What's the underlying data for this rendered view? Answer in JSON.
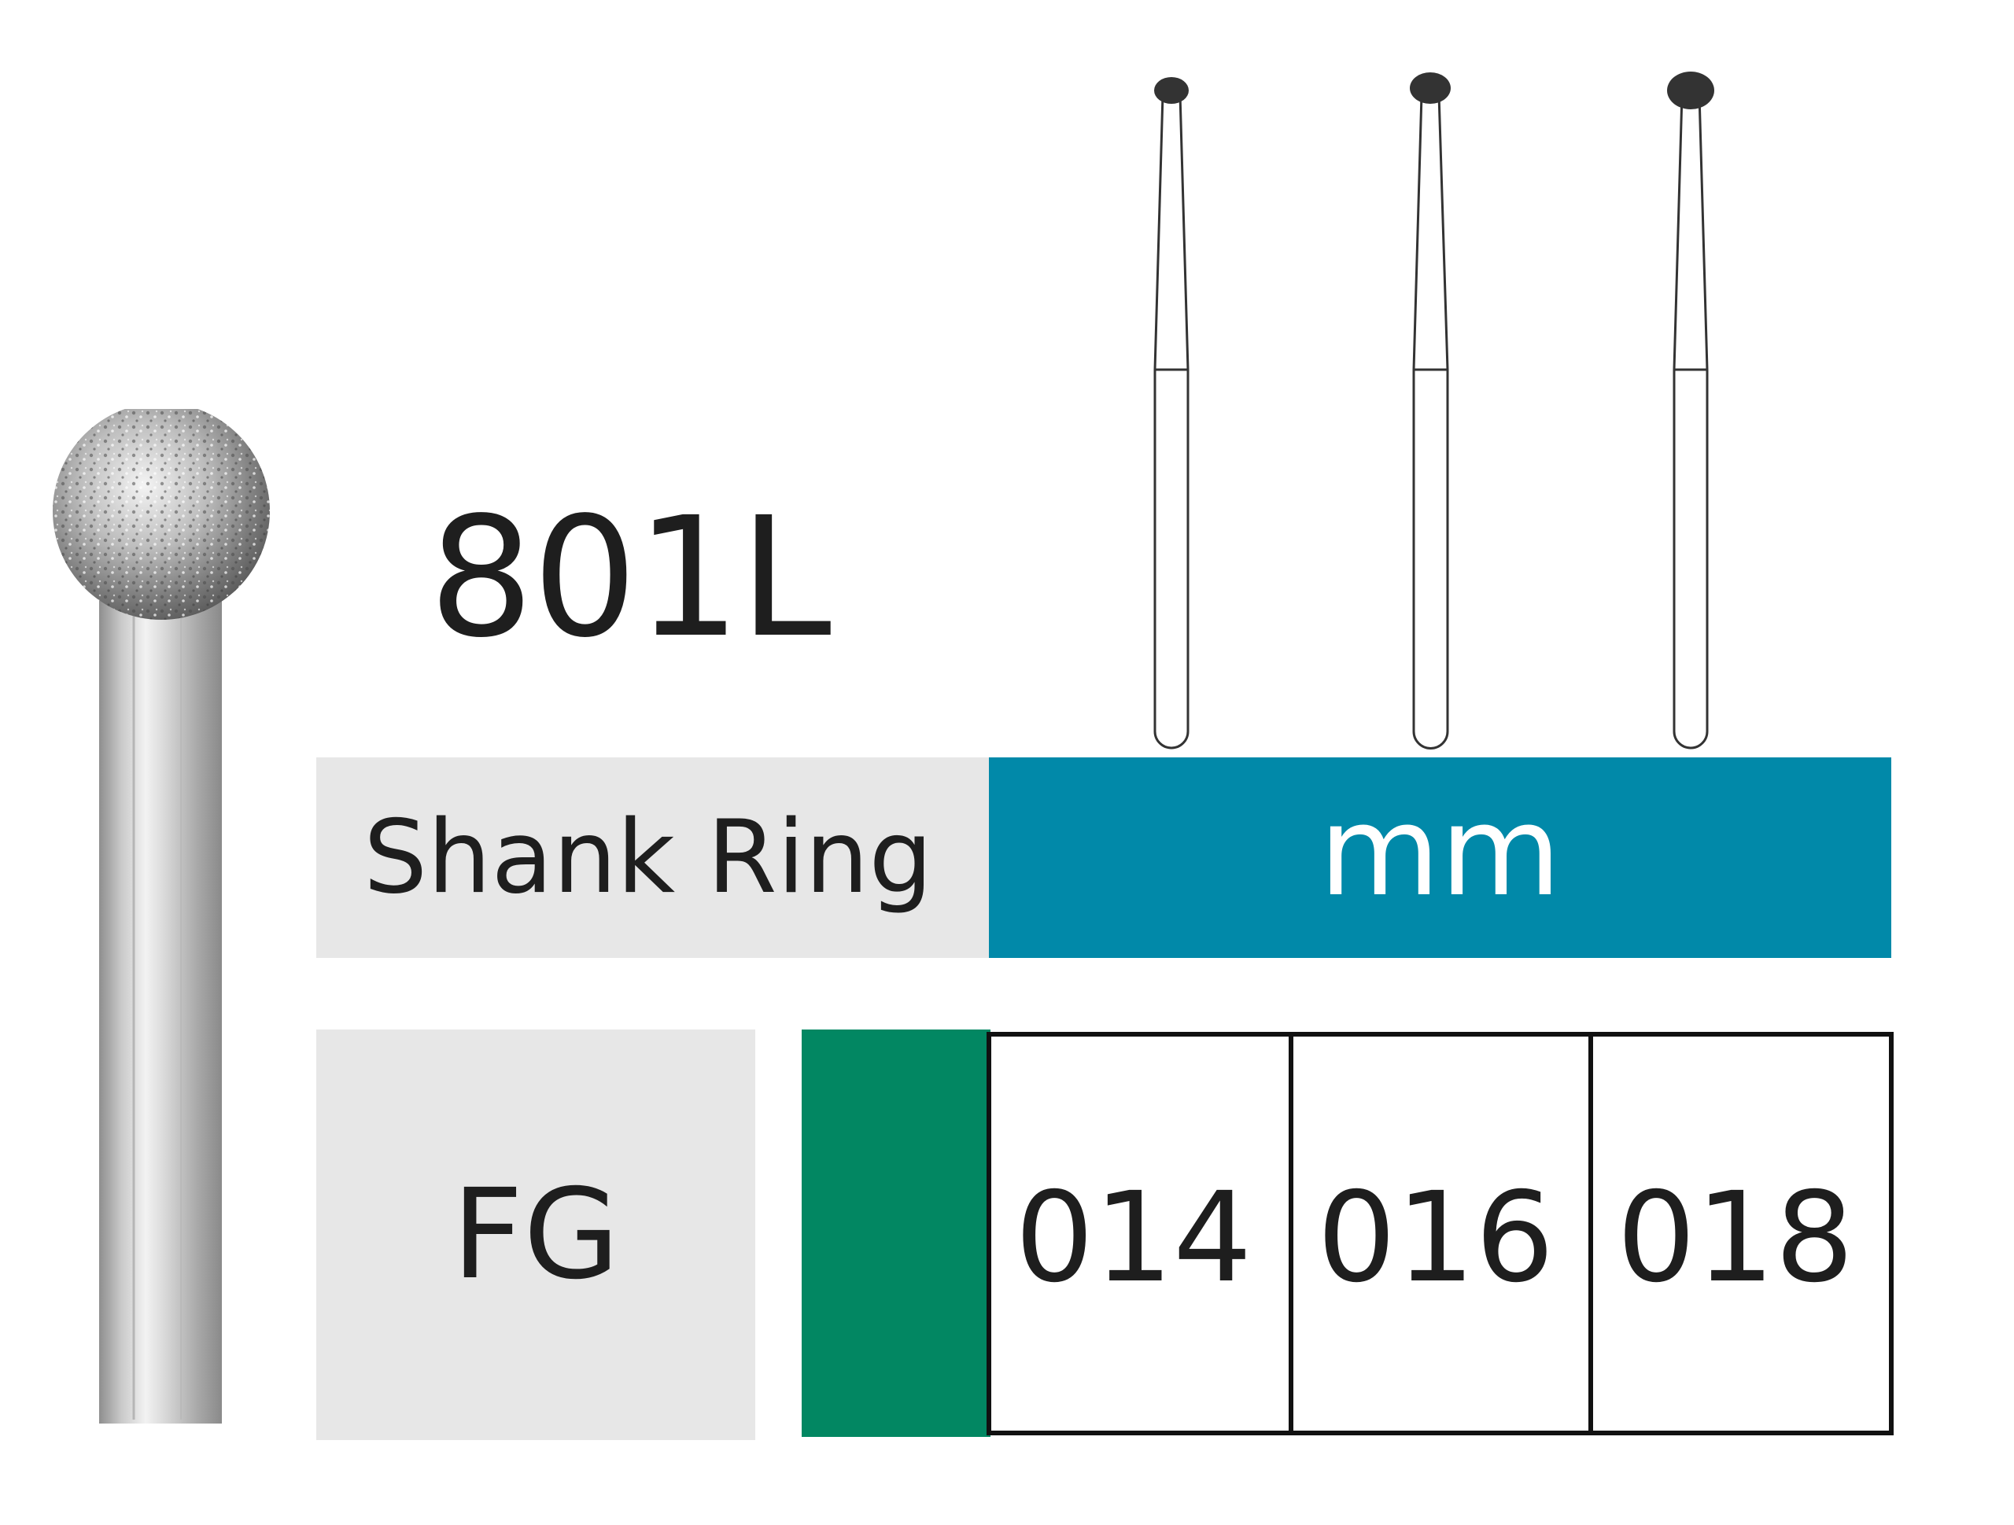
{
  "product": {
    "code": "801L"
  },
  "table": {
    "header_left": "Shank Ring",
    "header_right": "mm",
    "shank_type": "FG",
    "ring_color": "#028762",
    "header_color": "#0189a9",
    "sizes": [
      "014",
      "016",
      "018"
    ]
  },
  "images": {
    "photo": "round-diamond-bur-photo",
    "diagrams": "bur-outline-diagrams"
  }
}
